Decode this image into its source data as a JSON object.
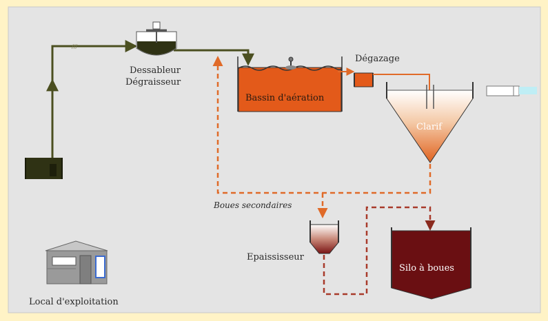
{
  "labels": {
    "dessableur_line1": "Dessableur",
    "dessableur_line2": "Dégraisseur",
    "bassin": "Bassin d'aération",
    "degazage": "Dégazage",
    "clarif": "Clarif",
    "boues": "Boues secondaires",
    "epaississeur": "Epaississeur",
    "silo": "Silo à boues",
    "local": "Local d'exploitation"
  },
  "colors": {
    "frame": "#fff3c6",
    "panel": "#e4e4e4",
    "olive_pipe": "#4b4f20",
    "dark_tank": "#2f3214",
    "aeration_orange": "#e35a1a",
    "orange_dash": "#e06a28",
    "red_dash": "#a83a2a",
    "silo_dark": "#6a0f12",
    "building": "#9a9a9a"
  },
  "icons": {
    "aerator": "aerator-icon",
    "building": "building-icon",
    "outlet": "outlet-pipe-icon"
  }
}
